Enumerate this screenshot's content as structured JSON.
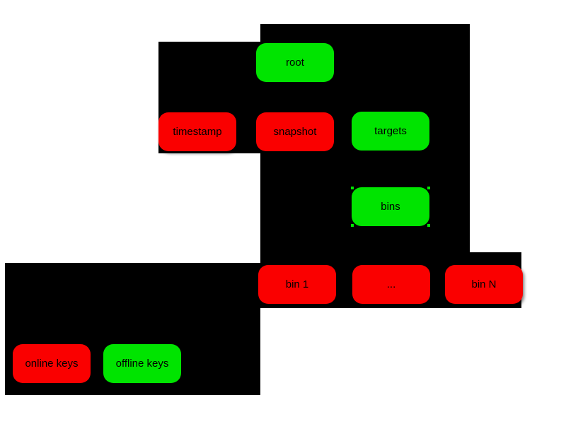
{
  "colors": {
    "red": "#fa0000",
    "green": "#00e400",
    "region_background": "#000000",
    "page_background": "#ffffff",
    "label_text": "#000000"
  },
  "nodes": {
    "root": {
      "label": "root",
      "color": "green"
    },
    "timestamp": {
      "label": "timestamp",
      "color": "red"
    },
    "snapshot": {
      "label": "snapshot",
      "color": "red"
    },
    "targets": {
      "label": "targets",
      "color": "green"
    },
    "bins": {
      "label": "bins",
      "color": "green"
    },
    "bin1": {
      "label": "bin 1",
      "color": "red"
    },
    "ellipsis": {
      "label": "...",
      "color": "red"
    },
    "binN": {
      "label": "bin N",
      "color": "red"
    },
    "online_keys": {
      "label": "online keys",
      "color": "red"
    },
    "offline_keys": {
      "label": "offline keys",
      "color": "green"
    }
  }
}
